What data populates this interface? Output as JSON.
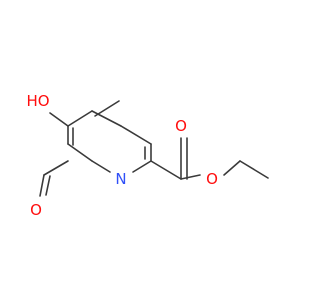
{
  "molecule": {
    "atoms": {
      "hydroxyl": "HO",
      "ring_nitrogen": "N",
      "aldehyde_oxygen": "O",
      "carbonyl_oxygen": "O",
      "ester_oxygen": "O"
    },
    "colors": {
      "bond": "#3a3a3a",
      "oxygen": "#ff0d0d",
      "nitrogen": "#3050f8"
    }
  }
}
